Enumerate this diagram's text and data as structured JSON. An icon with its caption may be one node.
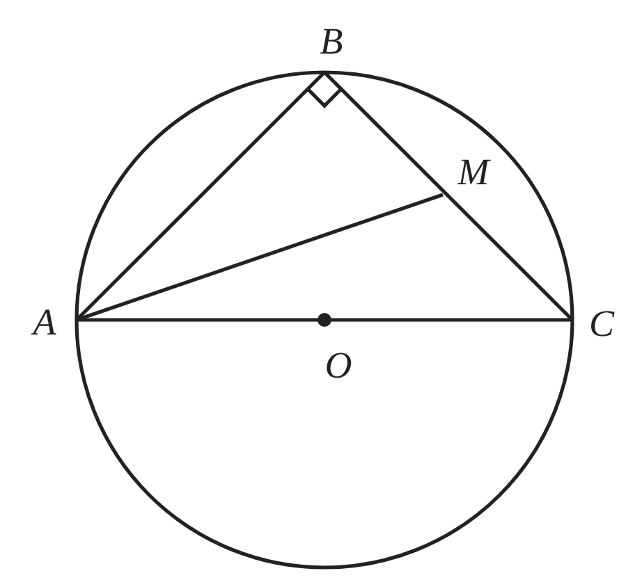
{
  "diagram": {
    "labels": [
      "B",
      "M",
      "A",
      "C",
      "O"
    ]
  }
}
